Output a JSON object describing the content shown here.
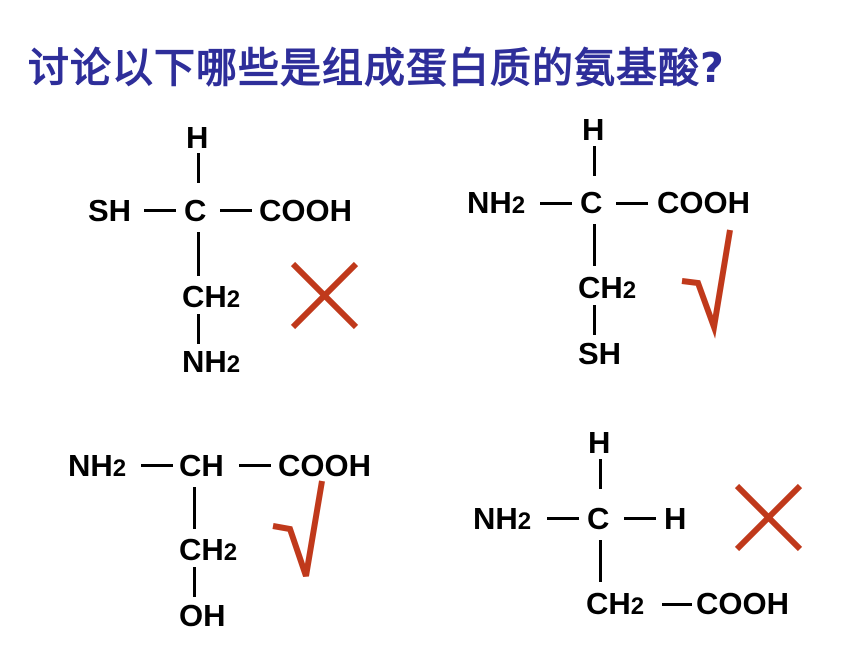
{
  "title": "讨论以下哪些是组成蛋白质的氨基酸?",
  "colors": {
    "title": "#2e2e9a",
    "mark": "#c0391b",
    "bonds": "#000000"
  },
  "molecules": [
    {
      "top": "H",
      "left": "SH",
      "center": "C",
      "right": "COOH",
      "chain1": "CH",
      "chain1_sub": "2",
      "chain2": "NH",
      "chain2_sub": "2",
      "verdict": "×"
    },
    {
      "top": "H",
      "left": "NH",
      "left_sub": "2",
      "center": "C",
      "right": "COOH",
      "chain1": "CH",
      "chain1_sub": "2",
      "chain2": "SH",
      "verdict": "√"
    },
    {
      "left": "NH",
      "left_sub": "2",
      "center": "CH",
      "right": "COOH",
      "chain1": "CH",
      "chain1_sub": "2",
      "chain2": "OH",
      "verdict": "√"
    },
    {
      "top": "H",
      "left": "NH",
      "left_sub": "2",
      "center": "C",
      "right": "H",
      "chain1": "CH",
      "chain1_sub": "2",
      "chain1_right": "COOH",
      "verdict": "×"
    }
  ]
}
